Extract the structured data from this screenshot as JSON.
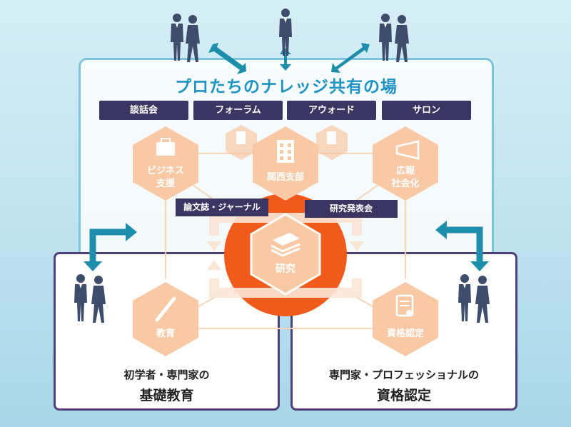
{
  "title": "プロたちのナレッジ共有の場",
  "tabs": [
    "談話会",
    "フォーラム",
    "アウォード",
    "サロン"
  ],
  "labels": {
    "journal": "論文誌・ジャーナル",
    "presentation": "研究発表会"
  },
  "nodes": {
    "business": [
      "ビジネス",
      "支援"
    ],
    "kansai": "関西支部",
    "pr": [
      "広報",
      "社会化"
    ],
    "research": "研究",
    "education": "教育",
    "certification": "資格認定"
  },
  "bottom_left": {
    "line1": "初学者・専門家の",
    "line2": "基礎教育"
  },
  "bottom_right": {
    "line1": "専門家・プロフェッショナルの",
    "line2": "資格認定"
  },
  "colors": {
    "hex": "#f8c9a4",
    "circle": "#f05a1a",
    "title": "#1f93c4",
    "navy": "#3a3561",
    "arrow": "#1d8fad"
  }
}
